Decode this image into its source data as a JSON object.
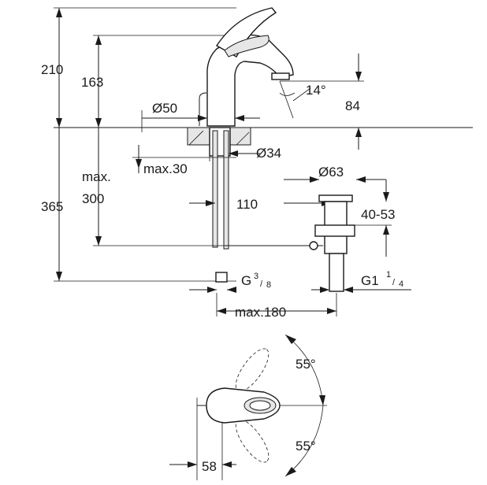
{
  "dimensions": {
    "height_total": "210",
    "height_spout": "163",
    "spout_angle": "14°",
    "spout_reach": "84",
    "base_diameter": "Ø50",
    "hole_diameter": "Ø34",
    "max_thickness": "max.30",
    "max_depth_label": "max.",
    "max_depth_value": "300",
    "below_counter": "365",
    "waste_diameter": "Ø63",
    "pipe_length": "110",
    "waste_range": "40-53",
    "connection_g": "G",
    "connection_g_frac": "3/8",
    "connection_g_num": "3",
    "connection_g_den": "8",
    "waste_thread": "G1",
    "waste_thread_num": "1",
    "waste_thread_den": "4",
    "max_distance": "max.180",
    "lever_angle_top": "55°",
    "lever_angle_bottom": "55°",
    "lever_offset": "58"
  }
}
